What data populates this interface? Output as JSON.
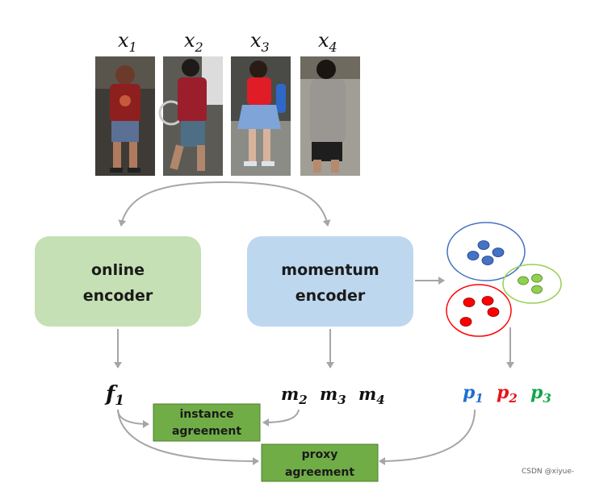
{
  "images": [
    {
      "label": "x",
      "sub": "1"
    },
    {
      "label": "x",
      "sub": "2"
    },
    {
      "label": "x",
      "sub": "3"
    },
    {
      "label": "x",
      "sub": "4"
    }
  ],
  "online_encoder": {
    "line1": "online",
    "line2": "encoder"
  },
  "momentum_encoder": {
    "line1": "momentum",
    "line2": "encoder"
  },
  "feature": {
    "label": "f",
    "sub": "1"
  },
  "momentum_features": [
    {
      "label": "m",
      "sub": "2"
    },
    {
      "label": "m",
      "sub": "3"
    },
    {
      "label": "m",
      "sub": "4"
    }
  ],
  "proxies": [
    {
      "label": "p",
      "sub": "1",
      "color": "#1f6fd1"
    },
    {
      "label": "p",
      "sub": "2",
      "color": "#e8131b"
    },
    {
      "label": "p",
      "sub": "3",
      "color": "#12a64a"
    }
  ],
  "instance_agreement": {
    "line1": "instance",
    "line2": "agreement"
  },
  "proxy_agreement": {
    "line1": "proxy",
    "line2": "agreement"
  },
  "watermark": "CSDN @xiyue-",
  "colors": {
    "online_box": "#c5e0b4",
    "momentum_box": "#bdd7ee",
    "agreement_box": "#70ad47",
    "arrow": "#a6a6a6",
    "cluster_blue": "#4472c4",
    "cluster_red": "#ff0000",
    "cluster_green": "#92d050"
  }
}
